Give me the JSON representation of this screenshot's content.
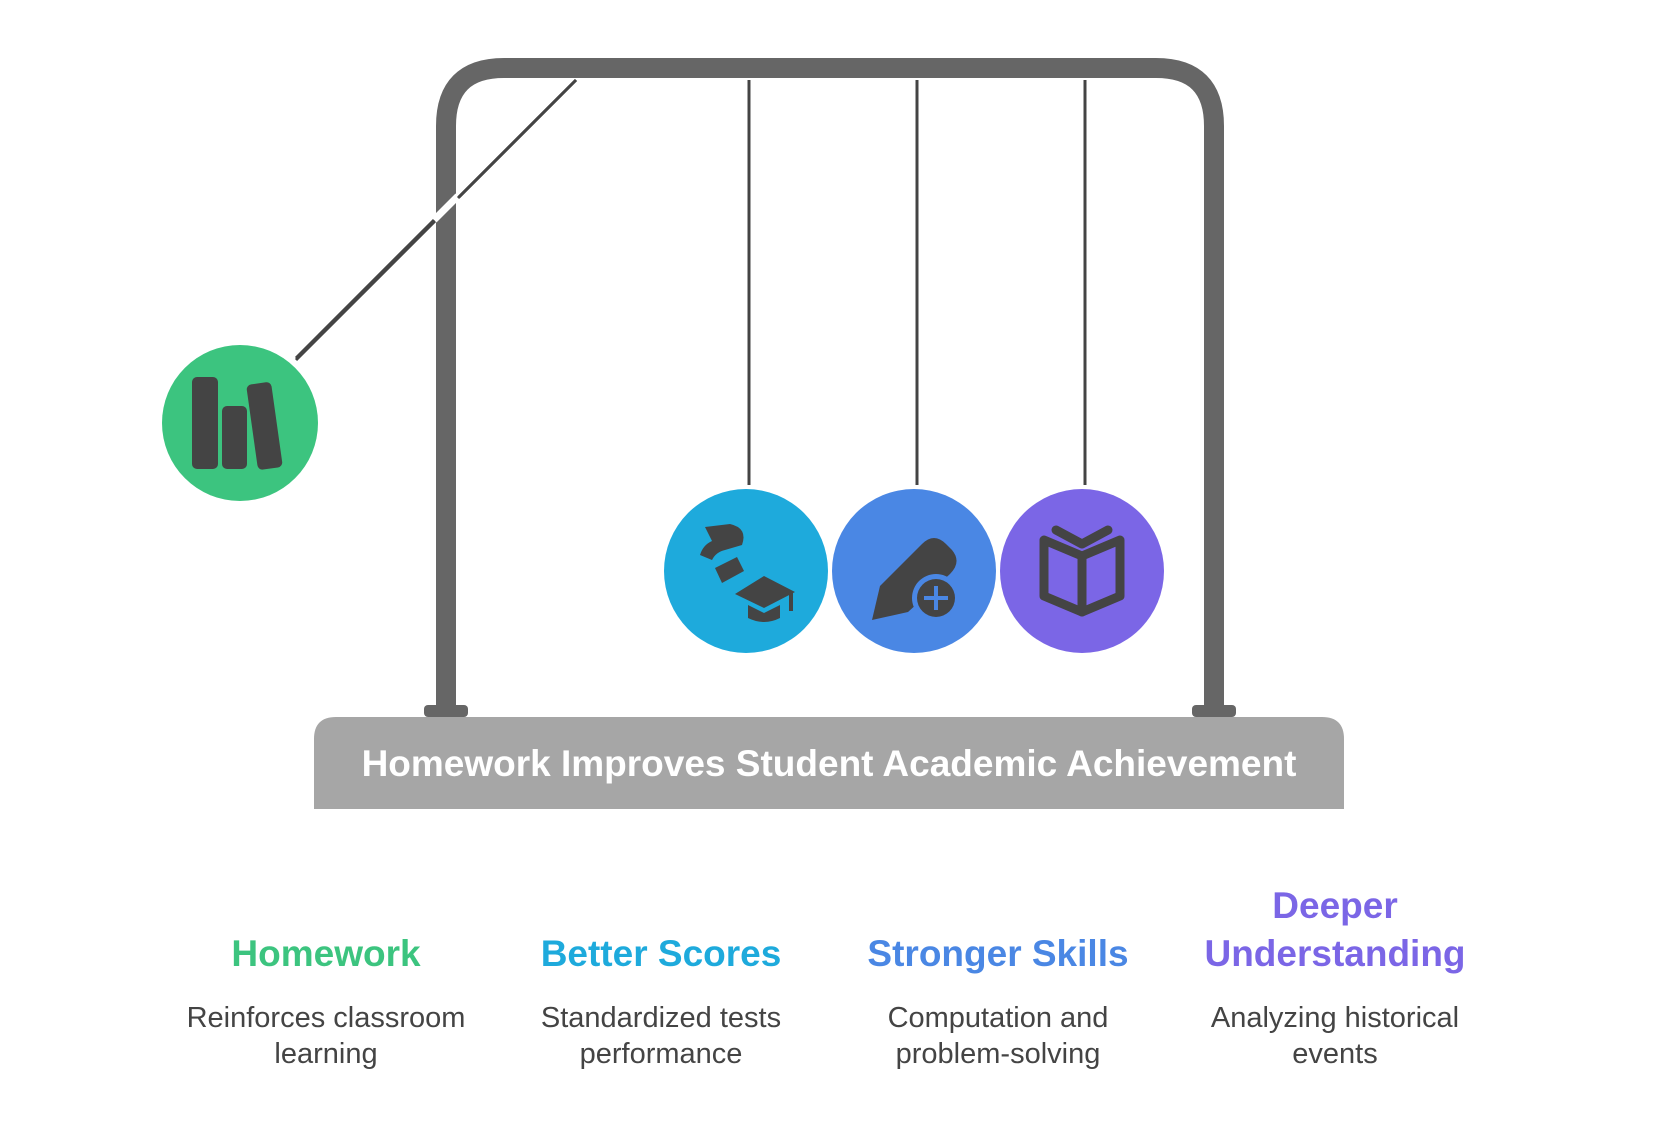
{
  "title": "Homework Improves Student Academic Achievement",
  "colors": {
    "frame": "#666666",
    "base": "#a6a6a6",
    "icon": "#444444",
    "homework": "#3cc47f",
    "better_scores": "#1eaadc",
    "stronger_skills": "#4a87e4",
    "deeper_understanding": "#7b66e6"
  },
  "items": [
    {
      "key": "homework",
      "title": "Homework",
      "description": "Reinforces classroom learning",
      "icon": "books-icon",
      "color": "#3cc47f"
    },
    {
      "key": "better_scores",
      "title": "Better Scores",
      "description": "Standardized tests performance",
      "icon": "diploma-graduation-cap-icon",
      "color": "#1eaadc"
    },
    {
      "key": "stronger_skills",
      "title": "Stronger Skills",
      "description": "Computation and problem-solving",
      "icon": "pencil-plus-icon",
      "color": "#4a87e4"
    },
    {
      "key": "deeper_understanding",
      "title": "Deeper Understanding",
      "description": "Analyzing historical events",
      "icon": "open-book-icon",
      "color": "#7b66e6"
    }
  ]
}
